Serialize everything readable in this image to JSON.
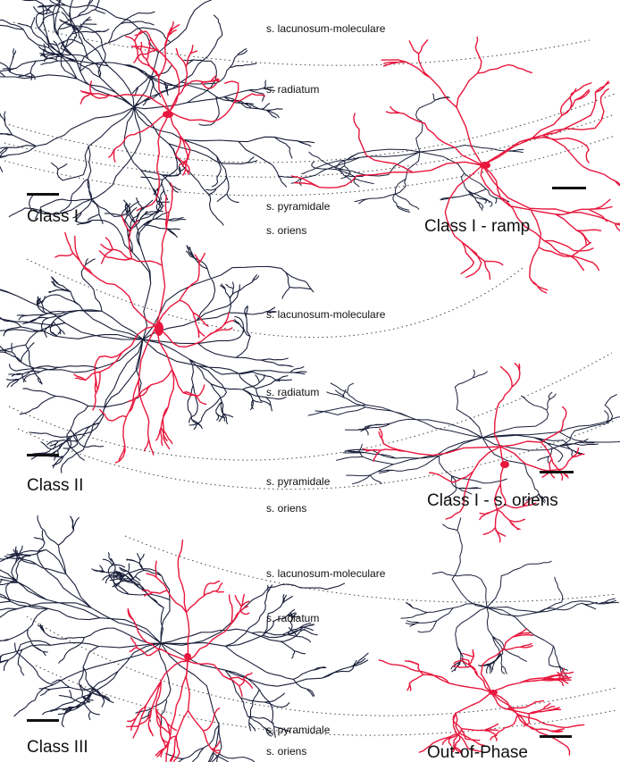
{
  "colors": {
    "interneuron": "#1a1f3a",
    "pyramidal": "#e8173d",
    "layer_boundary": "#444444",
    "text": "#111111"
  },
  "panels": [
    {
      "layers": {
        "lacunosum_moleculare": "s. lacunosum-moleculare",
        "radiatum": "s. radiatum",
        "pyramidale": "s. pyramidale",
        "oriens": "s. oriens"
      },
      "left_label": "Class I",
      "right_label": "Class I - ramp"
    },
    {
      "layers": {
        "lacunosum_moleculare": "s. lacunosum-moleculare",
        "radiatum": "s. radiatum",
        "pyramidale": "s. pyramidale",
        "oriens": "s. oriens"
      },
      "left_label": "Class II",
      "right_label": "Class I - s. oriens"
    },
    {
      "layers": {
        "lacunosum_moleculare": "s. lacunosum-moleculare",
        "radiatum": "s. radiatum",
        "pyramidale": "s. pyramidale",
        "oriens": "s. oriens"
      },
      "left_label": "Class III",
      "right_label": "Out-of-Phase"
    }
  ]
}
